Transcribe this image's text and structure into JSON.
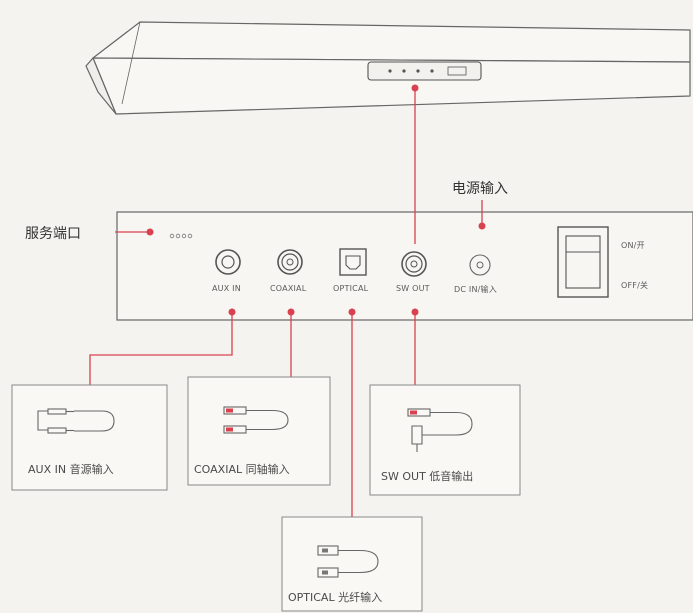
{
  "callouts": {
    "power_input": "电源输入",
    "service_port": "服务端口"
  },
  "ports": {
    "aux_in": "AUX IN",
    "coaxial": "COAXIAL",
    "optical": "OPTICAL",
    "sw_out": "SW OUT",
    "dc_in": "DC IN/输入"
  },
  "switch": {
    "on": "ON/开",
    "off": "OFF/关"
  },
  "cables": {
    "aux": "AUX IN 音源输入",
    "coaxial": "COAXIAL 同轴输入",
    "sw_out": "SW OUT 低音输出",
    "optical": "OPTICAL 光纤输入"
  },
  "colors": {
    "accent": "#d9414f",
    "line": "#6b6b6b",
    "panel": "#f7f6f2"
  }
}
